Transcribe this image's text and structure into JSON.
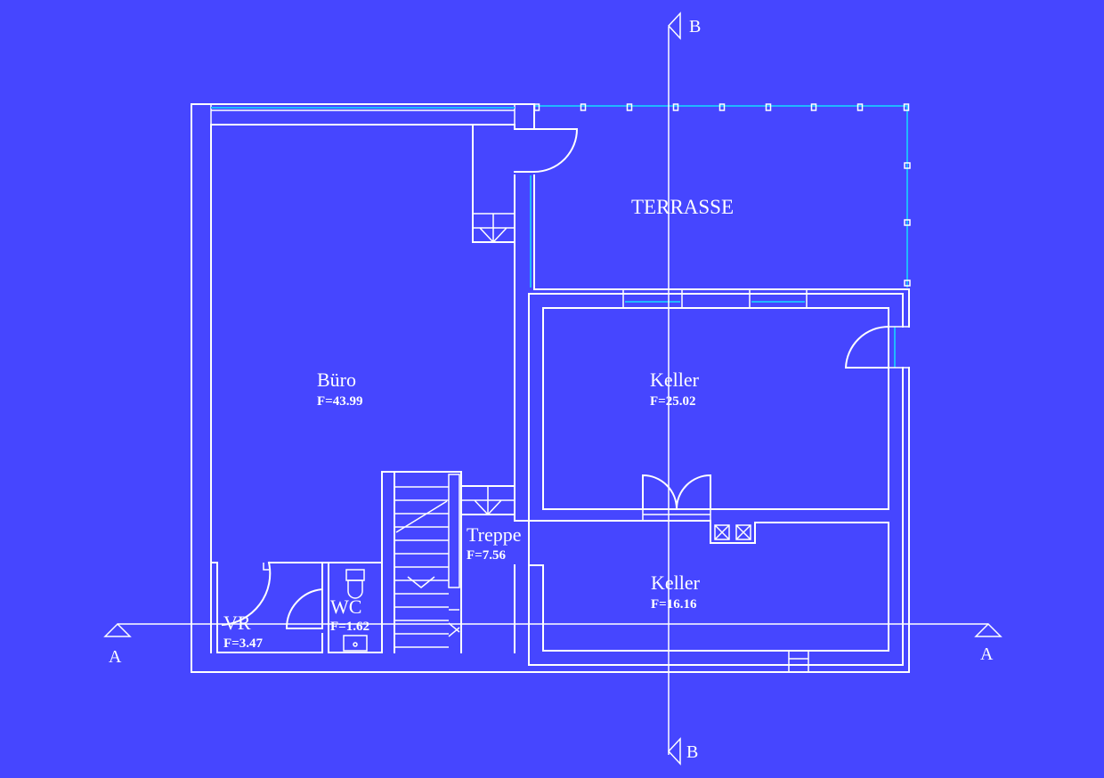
{
  "colors": {
    "background": "#4646ff",
    "lines": "#ffffff",
    "glazing": "#1fb8ff"
  },
  "section_markers": {
    "a_left": "A",
    "a_right": "A",
    "b_top": "B",
    "b_bottom": "B"
  },
  "rooms": {
    "terrasse": {
      "name": "TERRASSE"
    },
    "buero": {
      "name": "Büro",
      "area": "F=43.99"
    },
    "keller_upper": {
      "name": "Keller",
      "area": "F=25.02"
    },
    "keller_lower": {
      "name": "Keller",
      "area": "F=16.16"
    },
    "treppe": {
      "name": "Treppe",
      "area": "F=7.56"
    },
    "wc": {
      "name": "WC",
      "area": "F=1.62"
    },
    "vr": {
      "name": "VR",
      "area": "F=3.47"
    }
  }
}
